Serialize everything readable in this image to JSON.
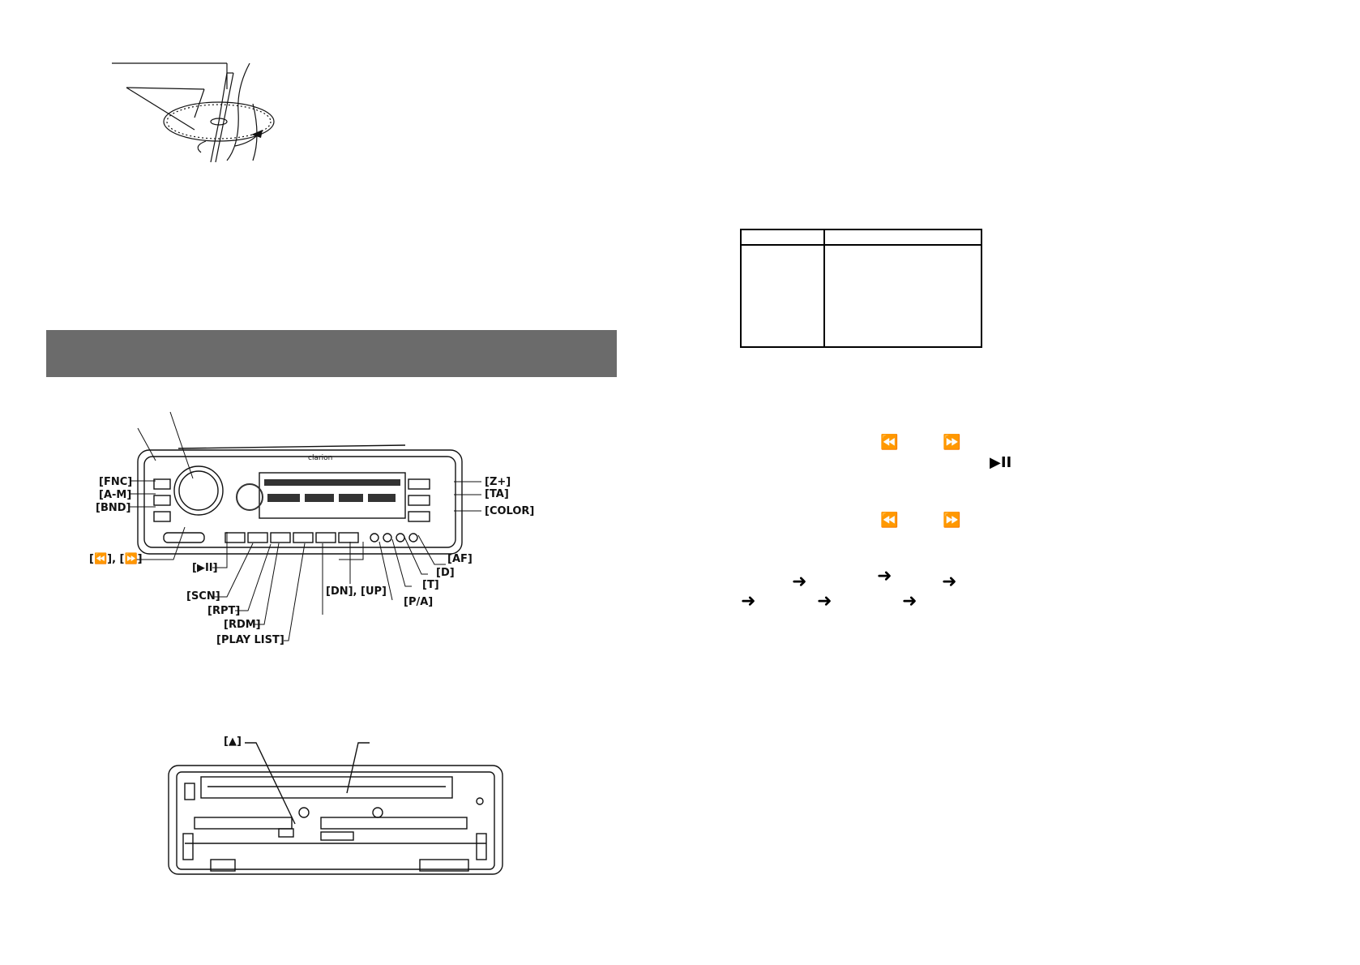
{
  "front_panel_labels": {
    "fnc": "[FNC]",
    "am": "[A-M]",
    "bnd": "[BND]",
    "skip": "[⏪], [⏩]",
    "play_pause": "[▶II]",
    "scn": "[SCN]",
    "rpt": "[RPT]",
    "rdm": "[RDM]",
    "play_list": "[PLAY LIST]",
    "dn_up": "[DN], [UP]",
    "pa": "[P/A]",
    "t": "[T]",
    "d": "[D]",
    "af": "[AF]",
    "z_plus": "[Z+]",
    "ta": "[TA]",
    "color": "[COLOR]"
  },
  "panel_text": {
    "brand": "clarion"
  },
  "inner_labels": {
    "eject": "[▲]"
  },
  "glyphs": {
    "rewind": "⏪",
    "forward": "⏩",
    "play_pause": "▶II",
    "arrow": "➜"
  },
  "colors": {
    "banner": "#6b6b6b"
  }
}
